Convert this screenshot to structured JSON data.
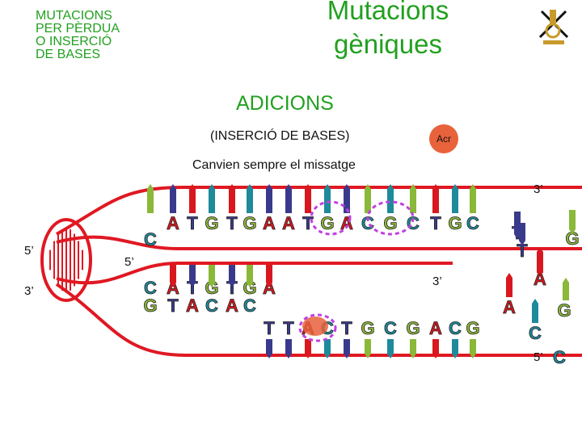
{
  "side_title": [
    "MUTACIONS",
    "PER PÈRDUA",
    "O INSERCIÓ",
    "DE BASES"
  ],
  "main_title": [
    "Mutacions",
    "gèniques"
  ],
  "section_title": "ADICIONS",
  "subtitle": "(INSERCIÓ DE BASES)",
  "acr_label": "Acr",
  "note": "Canvien sempre el missatge",
  "strand_labels": {
    "left_top": "5’",
    "left_bottom": "3’",
    "upper_right": "3’",
    "lower_left": "5’",
    "lower_mid": "3’",
    "bottom_right": "5’"
  },
  "colors": {
    "text_green": "#22a020",
    "strand_red": "#e01822",
    "base_A": "#d8181e",
    "base_T": "#3a3a8c",
    "base_G": "#8ab838",
    "base_C": "#1e8a9a",
    "highlight_circle": "#c040e0",
    "acr": "#e8623c"
  },
  "upper_strand": {
    "bases": [
      "C",
      "A",
      "T",
      "G",
      "T",
      "G",
      "A",
      "A",
      "T",
      "G",
      "A",
      "C",
      "G",
      "C",
      "T",
      "G",
      "C"
    ],
    "stems": [
      "G",
      "T",
      "A",
      "C",
      "A",
      "C",
      "T",
      "T",
      "A",
      "C",
      "T",
      "G",
      "C",
      "G",
      "A",
      "C",
      "G"
    ]
  },
  "lower_strand": {
    "top_bases": [
      "C",
      "A",
      "T",
      "G",
      "T",
      "G",
      "A"
    ],
    "mid_bases": [
      "G",
      "T",
      "A",
      "C",
      "A",
      "C"
    ],
    "bottom_bases": [
      "T",
      "T",
      "A",
      "C",
      "T",
      "G",
      "C",
      "G",
      "A",
      "C",
      "G"
    ]
  },
  "free_bases": [
    "T",
    "T",
    "G",
    "A",
    "A",
    "G",
    "C",
    "C"
  ],
  "icon": "microscope-icon"
}
